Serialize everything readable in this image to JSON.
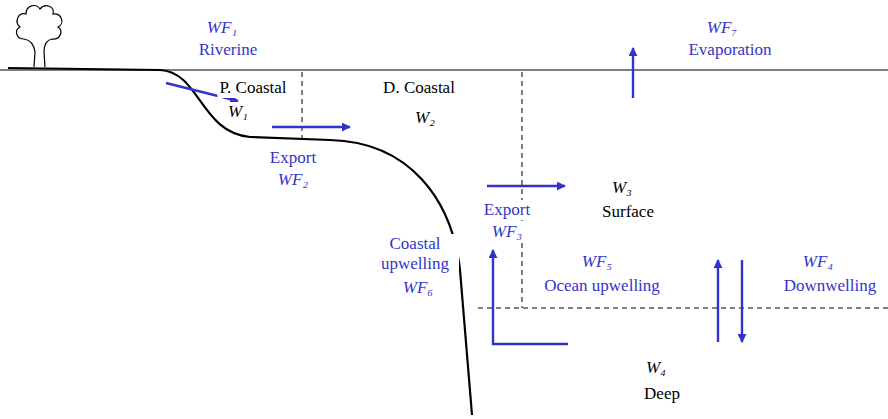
{
  "diagram": {
    "labels": [
      "WF₁",
      "Riverine",
      "P. Coastal",
      "D. Coastal",
      "WF₇",
      "Evaporation",
      "W₁",
      "W₂",
      "Export",
      "WF₂",
      "Export",
      "WF₃",
      "W₃",
      "Surface",
      "WF₅",
      "Ocean upwelling",
      "WF₄",
      "Downwelling",
      "Coastal upwelling",
      "WF₆",
      "W₄",
      "Deep"
    ]
  }
}
